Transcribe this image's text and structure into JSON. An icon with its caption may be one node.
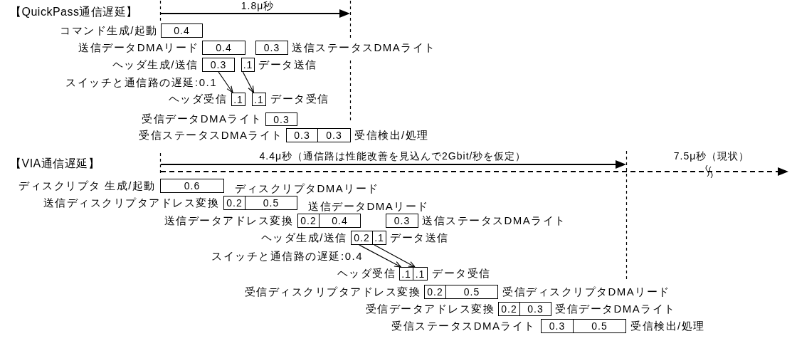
{
  "diagram": {
    "nodes": [
      {
        "text": [
          "0.4"
        ],
        "beside": [
          "コマンド生成/起動"
        ]
      },
      {
        "text": [
          "0.4"
        ],
        "beside": [
          "送信データDMAリード"
        ]
      },
      {
        "text": [
          "0.3"
        ],
        "beside": [
          "送信ステータスDMAライト"
        ]
      },
      {
        "text": [
          "0.3"
        ],
        "beside": [
          "ヘッダ生成/送信"
        ]
      },
      {
        "text": [
          ".1"
        ],
        "beside": [
          "データ送信"
        ]
      },
      {
        "text": [
          ".1"
        ],
        "beside": [
          "ヘッダ受信"
        ]
      },
      {
        "text": [
          ".1"
        ],
        "beside": [
          "データ受信"
        ]
      },
      {
        "text": [
          "0.3"
        ],
        "beside": [
          "受信データDMAライト"
        ]
      },
      {
        "text": [
          "0.3"
        ],
        "beside": [
          "受信ステータスDMAライト"
        ]
      },
      {
        "text": [
          "0.3"
        ],
        "beside": [
          "受信検出/処理"
        ]
      },
      {
        "text": [
          "0.6"
        ],
        "beside": [
          "ディスクリプタ 生成/起動"
        ]
      },
      {
        "text": [
          "0.2"
        ],
        "beside": [
          "送信ディスクリプタアドレス変換"
        ]
      },
      {
        "text": [
          "0.5"
        ],
        "beside": [
          "ディスクリプタDMAリード"
        ]
      },
      {
        "text": [
          "0.2"
        ],
        "beside": [
          "送信データアドレス変換"
        ]
      },
      {
        "text": [
          "0.4"
        ],
        "beside": [
          "送信データDMAリード"
        ]
      },
      {
        "text": [
          "0.3"
        ],
        "beside": [
          "送信ステータスDMAライト"
        ]
      },
      {
        "text": [
          "0.2"
        ],
        "beside": [
          "ヘッダ生成/送信"
        ]
      },
      {
        "text": [
          ".1"
        ],
        "beside": [
          "データ送信"
        ]
      },
      {
        "text": [
          ".1"
        ],
        "beside": [
          "ヘッダ受信"
        ]
      },
      {
        "text": [
          ".1"
        ],
        "beside": [
          "データ受信"
        ]
      },
      {
        "text": [
          "0.2"
        ],
        "beside": [
          "受信ディスクリプタアドレス変換"
        ]
      },
      {
        "text": [
          "0.5"
        ],
        "beside": [
          "受信ディスクリプタDMAリード"
        ]
      },
      {
        "text": [
          "0.2"
        ],
        "beside": [
          "受信データアドレス変換"
        ]
      },
      {
        "text": [
          "0.3"
        ],
        "beside": [
          "受信データDMAライト"
        ]
      },
      {
        "text": [
          "0.3"
        ],
        "beside": [
          "受信ステータスDMAライト"
        ]
      },
      {
        "text": [
          "0.5"
        ],
        "beside": [
          "受信検出/処理"
        ]
      }
    ],
    "edges": [
      {
        "from": 3,
        "to": 5,
        "arrow": "to"
      },
      {
        "from": 4,
        "to": 6,
        "arrow": "to"
      },
      {
        "from": 16,
        "to": 18,
        "arrow": "to"
      },
      {
        "from": 17,
        "to": 19,
        "arrow": "to"
      }
    ],
    "labels": [
      "【QuickPass通信遅延】",
      "1.8μ秒",
      "スイッチと通信路の遅延:0.1",
      "【VIA通信遅延】",
      "4.4μ秒（通信路は性能改善を見込んで2Gbit/秒を仮定）",
      "7.5μ秒（現状）",
      "スイッチと通信路の遅延:0.4"
    ]
  }
}
